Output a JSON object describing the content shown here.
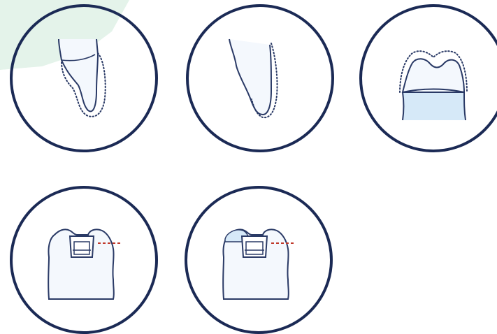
{
  "colors": {
    "background": "#ffffff",
    "corner_accent": "#e4f3ea",
    "circle_stroke": "#1b2a55",
    "tooth_line": "#2a3a66",
    "tooth_fill": "#f4f8fd",
    "tooth_highlight": "#d6e9f8",
    "cavity_fill": "#ffffff",
    "reference_line": "#c0392b"
  },
  "illustrations": [
    {
      "id": "anterior-tooth-side-profile-dotted",
      "icon": "tooth-profile-icon"
    },
    {
      "id": "anterior-tooth-side-profile-plain",
      "icon": "tooth-profile-icon"
    },
    {
      "id": "molar-crown-dotted-outline",
      "icon": "crown-icon"
    },
    {
      "id": "molar-inlay-with-reference-line",
      "icon": "inlay-icon"
    },
    {
      "id": "molar-onlay-with-reference-line",
      "icon": "onlay-icon"
    }
  ]
}
